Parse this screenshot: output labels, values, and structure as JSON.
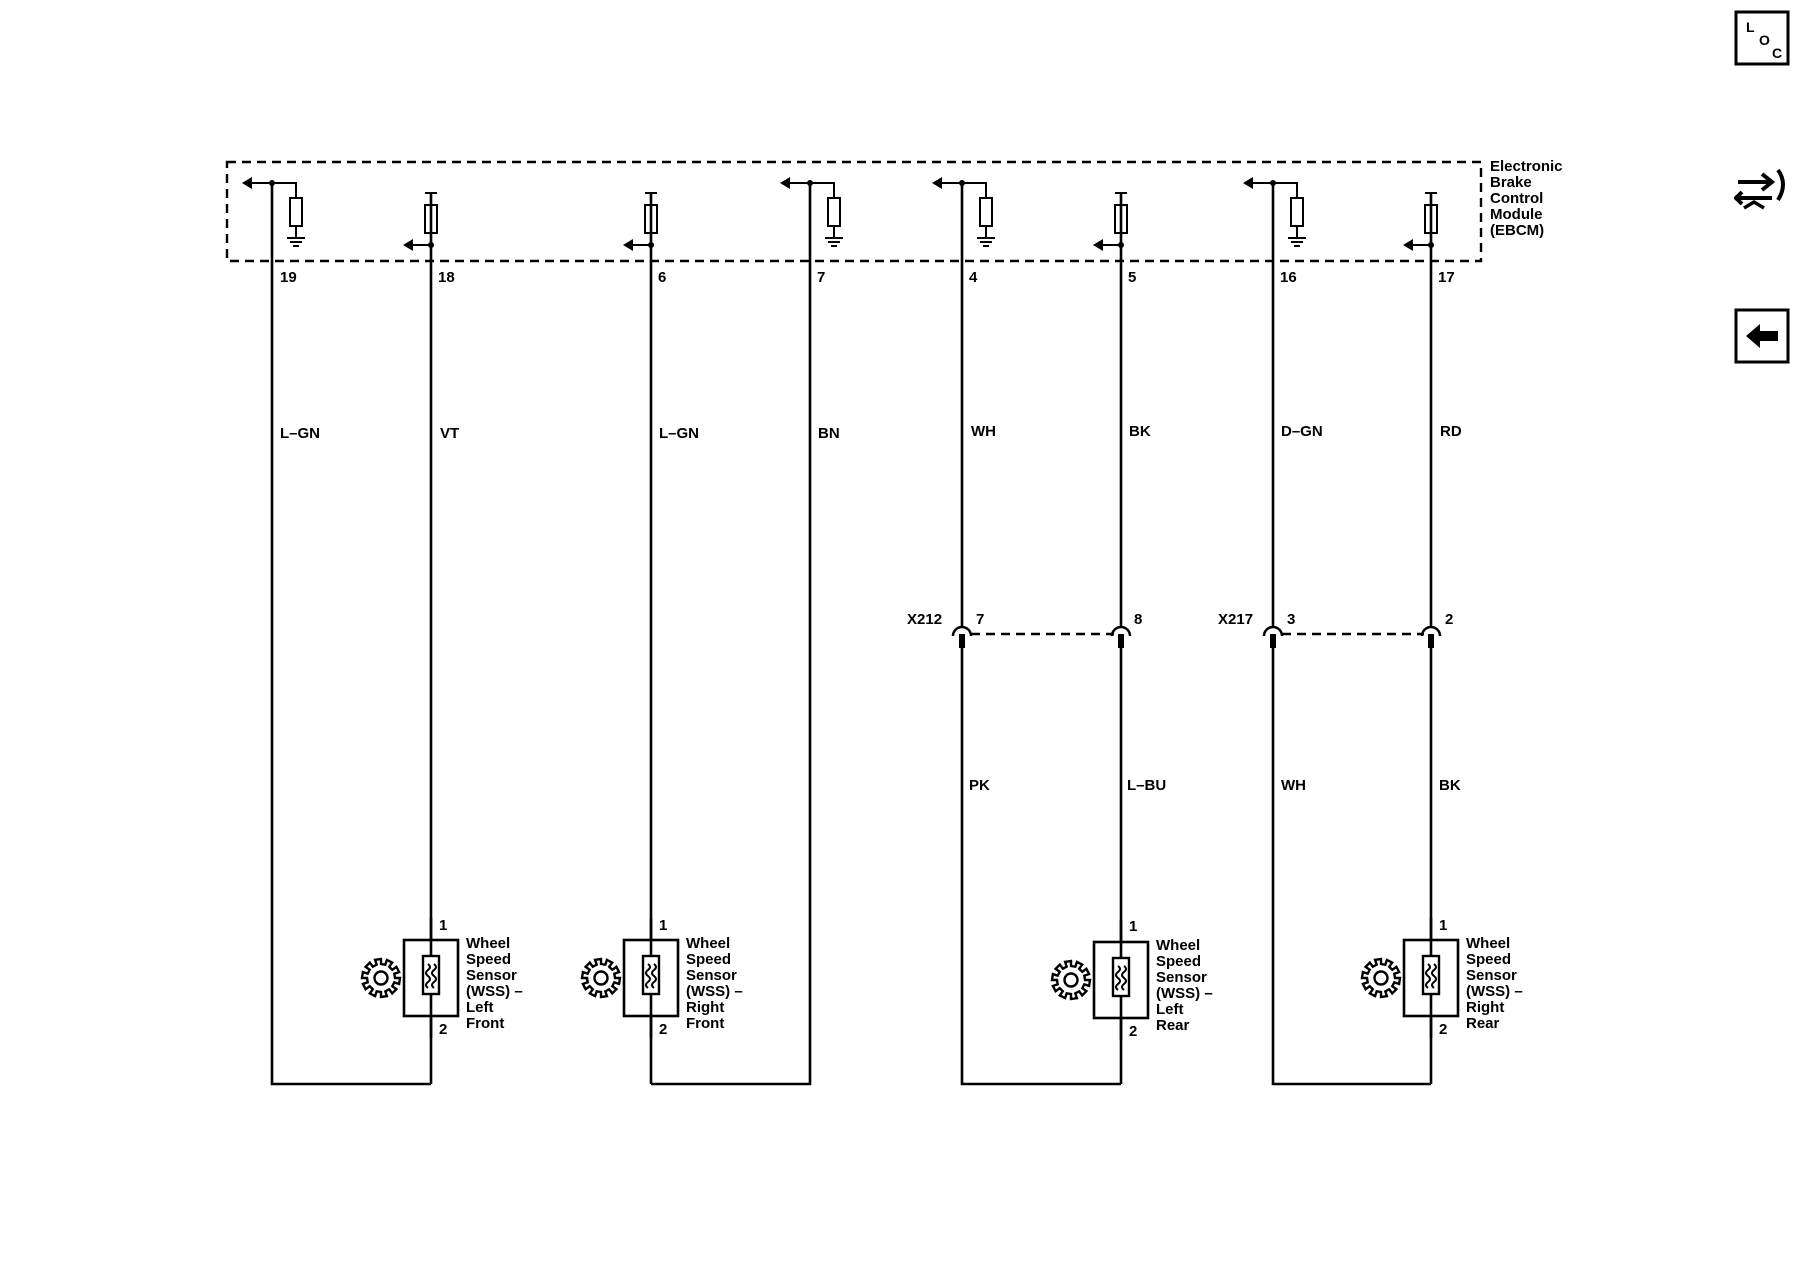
{
  "module": {
    "label_lines": [
      "Electronic",
      "Brake",
      "Control",
      "Module",
      "(EBCM)"
    ]
  },
  "pins": [
    {
      "id": "p19",
      "label": "19"
    },
    {
      "id": "p18",
      "label": "18"
    },
    {
      "id": "p6",
      "label": "6"
    },
    {
      "id": "p7",
      "label": "7"
    },
    {
      "id": "p4",
      "label": "4"
    },
    {
      "id": "p5",
      "label": "5"
    },
    {
      "id": "p16",
      "label": "16"
    },
    {
      "id": "p17",
      "label": "17"
    }
  ],
  "upper_wire_colors": [
    "L–GN",
    "VT",
    "L–GN",
    "BN",
    "WH",
    "BK",
    "D–GN",
    "RD"
  ],
  "connectors": [
    {
      "name": "X212",
      "pins": [
        "7",
        "8"
      ]
    },
    {
      "name": "X217",
      "pins": [
        "3",
        "2"
      ]
    }
  ],
  "lower_wire_colors": [
    "PK",
    "L–BU",
    "WH",
    "BK"
  ],
  "sensors": [
    {
      "pin_top": "1",
      "pin_bottom": "2",
      "label_lines": [
        "Wheel",
        "Speed",
        "Sensor",
        "(WSS) –",
        "Left",
        "Front"
      ]
    },
    {
      "pin_top": "1",
      "pin_bottom": "2",
      "label_lines": [
        "Wheel",
        "Speed",
        "Sensor",
        "(WSS) –",
        "Right",
        "Front"
      ]
    },
    {
      "pin_top": "1",
      "pin_bottom": "2",
      "label_lines": [
        "Wheel",
        "Speed",
        "Sensor",
        "(WSS) –",
        "Left",
        "Rear"
      ]
    },
    {
      "pin_top": "1",
      "pin_bottom": "2",
      "label_lines": [
        "Wheel",
        "Speed",
        "Sensor",
        "(WSS) –",
        "Right",
        "Rear"
      ]
    }
  ],
  "side_icons": {
    "location_letters": [
      "L",
      "O",
      "C"
    ],
    "names": [
      "location-icon",
      "schematic-icon",
      "back-arrow-icon"
    ]
  }
}
